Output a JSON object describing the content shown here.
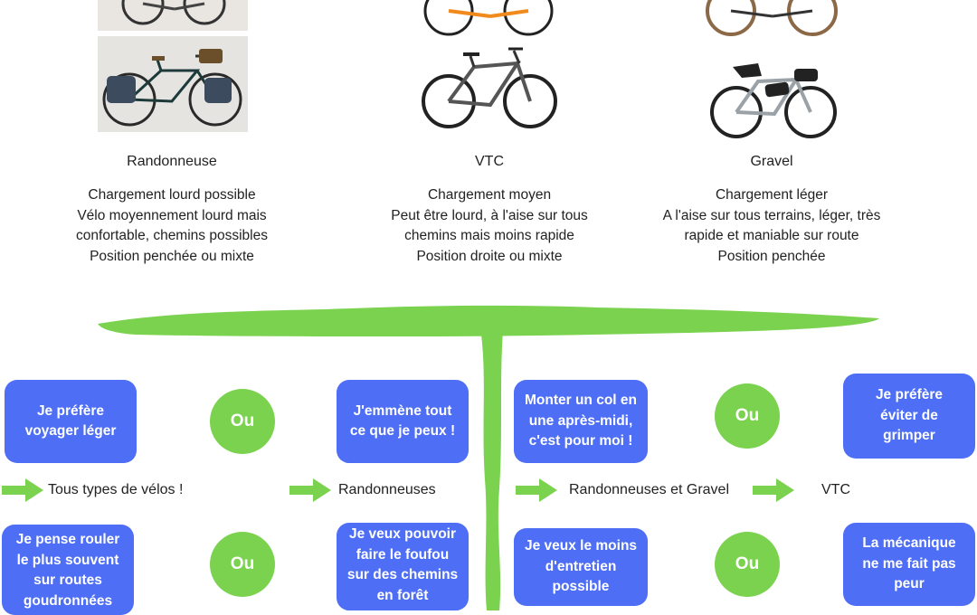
{
  "colors": {
    "accent_green": "#7ad24f",
    "bubble_blue": "#4d6ef5"
  },
  "columns": [
    {
      "title": "Randonneuse",
      "lines": [
        "Chargement lourd possible",
        "Vélo moyennement lourd mais",
        "confortable, chemins possibles",
        "Position penchée ou mixte"
      ]
    },
    {
      "title": "VTC",
      "lines": [
        "Chargement moyen",
        "Peut être lourd, à l'aise sur tous",
        "chemins mais moins rapide",
        "Position droite ou mixte"
      ]
    },
    {
      "title": "Gravel",
      "lines": [
        "Chargement léger",
        "A l'aise sur tous terrains, léger, très",
        "rapide et maniable sur route",
        "Position penchée"
      ]
    }
  ],
  "or_label": "Ou",
  "bubbles": {
    "b1": "Je préfère\nvoyager léger",
    "b2": "J'emmène tout\nce que je peux !",
    "b3": "Monter un col en\nune après-midi,\nc'est pour moi !",
    "b4": "Je préfère\néviter de\ngrimper",
    "b5": "Je pense rouler\nle plus souvent\nsur routes\ngoudronnées",
    "b6": "Je veux pouvoir\nfaire le foufou\nsur des chemins\nen forêt",
    "b7": "Je veux le moins\nd'entretien\npossible",
    "b8": "La mécanique\nne me fait pas\npeur"
  },
  "results": {
    "r1": "Tous types de vélos !",
    "r2": "Randonneuses",
    "r3": "Randonneuses et Gravel",
    "r4": "VTC"
  }
}
